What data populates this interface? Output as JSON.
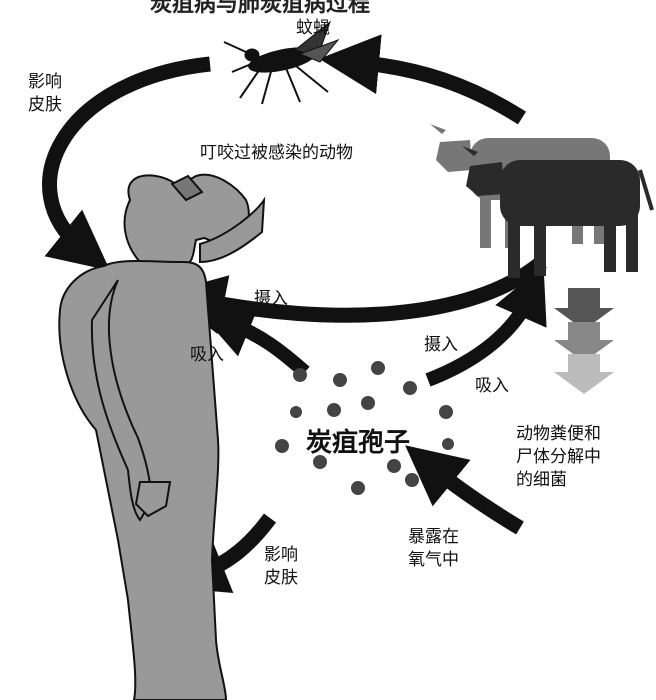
{
  "title": "炭疽病与肺炭疽病过程",
  "labels": {
    "mosquito": "蚊蝇",
    "skin_top_1": "影响",
    "skin_top_2": "皮肤",
    "bite": "叮咬过被感染的动物",
    "ingest_left": "摄入",
    "inhale_left": "吸入",
    "ingest_right": "摄入",
    "inhale_right": "吸入",
    "spores": "炭疽孢子",
    "decomp_1": "动物粪便和",
    "decomp_2": "尸体分解中",
    "decomp_3": "的细菌",
    "oxygen_1": "暴露在",
    "oxygen_2": "氧气中",
    "skin_bottom_1": "影响",
    "skin_bottom_2": "皮肤"
  },
  "icons": [
    "mosquito-icon",
    "cattle-icon",
    "human-figure",
    "spore-icon",
    "down-arrow-icon"
  ]
}
